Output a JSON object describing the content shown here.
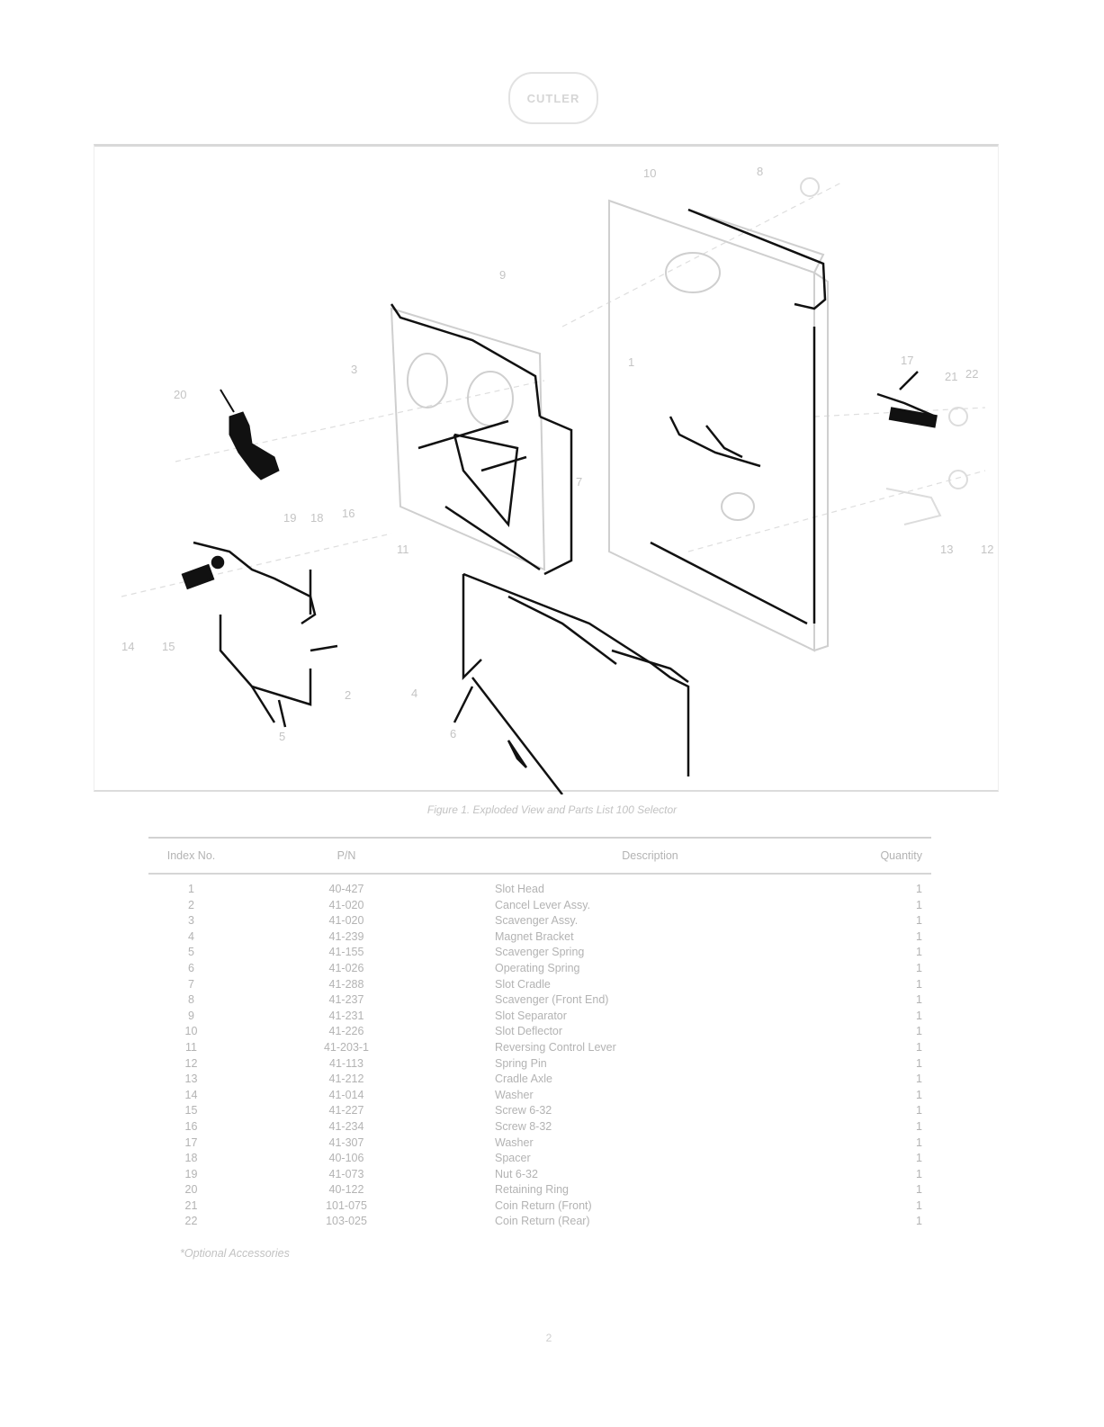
{
  "header": {
    "logo_text": "CUTLER"
  },
  "figure": {
    "caption": "Figure 1. Exploded View and Parts List 100 Selector",
    "callouts": [
      "10",
      "8",
      "9",
      "3",
      "7",
      "1",
      "17",
      "20",
      "21",
      "22",
      "19",
      "18",
      "16",
      "11",
      "13",
      "12",
      "14",
      "15",
      "2",
      "4",
      "5",
      "6"
    ]
  },
  "table": {
    "headers": {
      "index": "Index No.",
      "pn": "P/N",
      "description": "Description",
      "quantity": "Quantity"
    },
    "rows": [
      {
        "index": "1",
        "pn": "40-427",
        "description": "Slot Head",
        "quantity": "1"
      },
      {
        "index": "2",
        "pn": "41-020",
        "description": "Cancel Lever Assy.",
        "quantity": "1"
      },
      {
        "index": "3",
        "pn": "41-020",
        "description": "Scavenger Assy.",
        "quantity": "1"
      },
      {
        "index": "4",
        "pn": "41-239",
        "description": "Magnet Bracket",
        "quantity": "1"
      },
      {
        "index": "5",
        "pn": "41-155",
        "description": "Scavenger Spring",
        "quantity": "1"
      },
      {
        "index": "6",
        "pn": "41-026",
        "description": "Operating Spring",
        "quantity": "1"
      },
      {
        "index": "7",
        "pn": "41-288",
        "description": "Slot Cradle",
        "quantity": "1"
      },
      {
        "index": "8",
        "pn": "41-237",
        "description": "Scavenger (Front End)",
        "quantity": "1"
      },
      {
        "index": "9",
        "pn": "41-231",
        "description": "Slot Separator",
        "quantity": "1"
      },
      {
        "index": "10",
        "pn": "41-226",
        "description": "Slot Deflector",
        "quantity": "1"
      },
      {
        "index": "11",
        "pn": "41-203-1",
        "description": "Reversing Control Lever",
        "quantity": "1"
      },
      {
        "index": "12",
        "pn": "41-113",
        "description": "Spring Pin",
        "quantity": "1"
      },
      {
        "index": "13",
        "pn": "41-212",
        "description": "Cradle Axle",
        "quantity": "1"
      },
      {
        "index": "14",
        "pn": "41-014",
        "description": "Washer",
        "quantity": "1"
      },
      {
        "index": "15",
        "pn": "41-227",
        "description": "Screw 6-32",
        "quantity": "1"
      },
      {
        "index": "16",
        "pn": "41-234",
        "description": "Screw 8-32",
        "quantity": "1"
      },
      {
        "index": "17",
        "pn": "41-307",
        "description": "Washer",
        "quantity": "1"
      },
      {
        "index": "18",
        "pn": "40-106",
        "description": "Spacer",
        "quantity": "1"
      },
      {
        "index": "19",
        "pn": "41-073",
        "description": "Nut 6-32",
        "quantity": "1"
      },
      {
        "index": "20",
        "pn": "40-122",
        "description": "Retaining Ring",
        "quantity": "1"
      },
      {
        "index": "21",
        "pn": "101-075",
        "description": "Coin Return (Front)",
        "quantity": "1"
      },
      {
        "index": "22",
        "pn": "103-025",
        "description": "Coin Return (Rear)",
        "quantity": "1"
      }
    ]
  },
  "footnote": "*Optional Accessories",
  "page_number": "2",
  "colors": {
    "ink": "#111111",
    "faded_ink": "#c8c8c8",
    "text": "#b3b3b3"
  }
}
